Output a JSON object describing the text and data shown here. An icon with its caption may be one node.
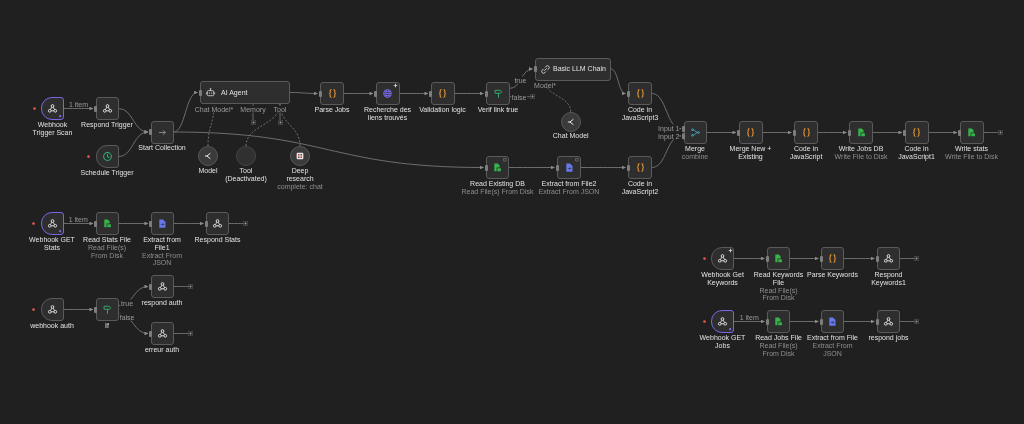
{
  "diagram": {
    "nodes": [
      {
        "text": [
          "Webhook Trigger Scan"
        ]
      },
      {
        "text": [
          "Respond Trigger"
        ]
      },
      {
        "text": [
          "Schedule Trigger"
        ]
      },
      {
        "text": [
          "Start Collection"
        ]
      },
      {
        "text": [
          "AI Agent"
        ]
      },
      {
        "text": [
          "Model"
        ]
      },
      {
        "text": [
          "Tool (Deactivated)"
        ]
      },
      {
        "text": [
          "Deep research",
          "complete: chat"
        ]
      },
      {
        "text": [
          "Parse Jobs"
        ]
      },
      {
        "text": [
          "Recherche des liens trouvés"
        ]
      },
      {
        "text": [
          "Validation logic"
        ]
      },
      {
        "text": [
          "Verif link true"
        ]
      },
      {
        "text": [
          "Basic LLM Chain"
        ]
      },
      {
        "text": [
          "Chat Model"
        ]
      },
      {
        "text": [
          "Code in JavaScript3"
        ]
      },
      {
        "text": [
          "Read Existing DB",
          "Read File(s) From Disk"
        ]
      },
      {
        "text": [
          "Extract from File2",
          "Extract From JSON"
        ]
      },
      {
        "text": [
          "Code in JavaScript2"
        ]
      },
      {
        "text": [
          "Merge",
          "combine"
        ]
      },
      {
        "text": [
          "Merge New + Existing"
        ]
      },
      {
        "text": [
          "Code in JavaScript"
        ]
      },
      {
        "text": [
          "Write Jobs DB",
          "Write File to Disk"
        ]
      },
      {
        "text": [
          "Code in JavaScript1"
        ]
      },
      {
        "text": [
          "Write stats",
          "Write File to Disk"
        ]
      },
      {
        "text": [
          "Webhook GET Stats"
        ]
      },
      {
        "text": [
          "Read Stats File",
          "Read File(s) From Disk"
        ]
      },
      {
        "text": [
          "Extract from File1",
          "Extract From JSON"
        ]
      },
      {
        "text": [
          "Respond Stats"
        ]
      },
      {
        "text": [
          "webhook auth"
        ]
      },
      {
        "text": [
          "If"
        ]
      },
      {
        "text": [
          "respond auth"
        ]
      },
      {
        "text": [
          "erreur auth"
        ]
      },
      {
        "text": [
          "Webhook Get Keywords"
        ]
      },
      {
        "text": [
          "Read Keywords File",
          "Read File(s) From Disk"
        ]
      },
      {
        "text": [
          "Parse Keywords"
        ]
      },
      {
        "text": [
          "Respond Keywords1"
        ]
      },
      {
        "text": [
          "Webhook GET Jobs"
        ]
      },
      {
        "text": [
          "Read Jobs File",
          "Read File(s) From Disk"
        ]
      },
      {
        "text": [
          "Extract from File",
          "Extract From JSON"
        ]
      },
      {
        "text": [
          "respond jobs"
        ]
      },
      {
        "text": [],
        "shape": "box"
      },
      {
        "text": [],
        "shape": "box"
      },
      {
        "text": [],
        "shape": "box"
      },
      {
        "text": [],
        "shape": "box"
      },
      {
        "text": [],
        "shape": "box"
      },
      {
        "text": [],
        "shape": "box"
      },
      {
        "text": [],
        "shape": "box"
      },
      {
        "text": [],
        "shape": "box"
      },
      {
        "text": [],
        "shape": "box"
      }
    ],
    "edges": [
      {
        "from": 0,
        "to": 1,
        "arrow": "to",
        "label": "1 item"
      },
      {
        "from": 1,
        "to": 3,
        "arrow": "to"
      },
      {
        "from": 2,
        "to": 3,
        "arrow": "to"
      },
      {
        "from": 3,
        "to": 4,
        "arrow": "to"
      },
      {
        "from": 3,
        "to": 15,
        "arrow": "to"
      },
      {
        "from": 5,
        "to": 4,
        "arrow": "none",
        "style": "dashed"
      },
      {
        "from": 6,
        "to": 4,
        "arrow": "none",
        "style": "dashed"
      },
      {
        "from": 7,
        "to": 4,
        "arrow": "none",
        "style": "dashed"
      },
      {
        "from": 4,
        "to": 40,
        "arrow": "none"
      },
      {
        "from": 4,
        "to": 41,
        "arrow": "none"
      },
      {
        "from": 4,
        "to": 8,
        "arrow": "to"
      },
      {
        "from": 8,
        "to": 9,
        "arrow": "to"
      },
      {
        "from": 9,
        "to": 10,
        "arrow": "to"
      },
      {
        "from": 10,
        "to": 11,
        "arrow": "to"
      },
      {
        "from": 11,
        "to": 12,
        "arrow": "to",
        "label": "true"
      },
      {
        "from": 11,
        "to": 42,
        "arrow": "none",
        "label": "false"
      },
      {
        "from": 13,
        "to": 12,
        "arrow": "none",
        "style": "dashed"
      },
      {
        "from": 12,
        "to": 14,
        "arrow": "to"
      },
      {
        "from": 14,
        "to": 18,
        "arrow": "to"
      },
      {
        "from": 15,
        "to": 16,
        "arrow": "to"
      },
      {
        "from": 16,
        "to": 17,
        "arrow": "to"
      },
      {
        "from": 17,
        "to": 18,
        "arrow": "to"
      },
      {
        "from": 18,
        "to": 19,
        "arrow": "to"
      },
      {
        "from": 19,
        "to": 20,
        "arrow": "to"
      },
      {
        "from": 20,
        "to": 21,
        "arrow": "to"
      },
      {
        "from": 21,
        "to": 22,
        "arrow": "to"
      },
      {
        "from": 22,
        "to": 23,
        "arrow": "to"
      },
      {
        "from": 23,
        "to": 43,
        "arrow": "none"
      },
      {
        "from": 24,
        "to": 25,
        "arrow": "to",
        "label": "1 item"
      },
      {
        "from": 25,
        "to": 26,
        "arrow": "to"
      },
      {
        "from": 26,
        "to": 27,
        "arrow": "to"
      },
      {
        "from": 27,
        "to": 44,
        "arrow": "none"
      },
      {
        "from": 28,
        "to": 29,
        "arrow": "to"
      },
      {
        "from": 29,
        "to": 30,
        "arrow": "to",
        "label": "true"
      },
      {
        "from": 29,
        "to": 31,
        "arrow": "to",
        "label": "false"
      },
      {
        "from": 30,
        "to": 45,
        "arrow": "none"
      },
      {
        "from": 31,
        "to": 46,
        "arrow": "none"
      },
      {
        "from": 32,
        "to": 33,
        "arrow": "to"
      },
      {
        "from": 33,
        "to": 34,
        "arrow": "to"
      },
      {
        "from": 34,
        "to": 35,
        "arrow": "to"
      },
      {
        "from": 35,
        "to": 47,
        "arrow": "none"
      },
      {
        "from": 36,
        "to": 37,
        "arrow": "to",
        "label": "1 item"
      },
      {
        "from": 37,
        "to": 38,
        "arrow": "to"
      },
      {
        "from": 38,
        "to": 39,
        "arrow": "to"
      },
      {
        "from": 39,
        "to": 48,
        "arrow": "none"
      }
    ],
    "labels": [
      "Chat Model*",
      "Memory",
      "Tool",
      "Model*",
      "Input 1",
      "Input 2"
    ]
  }
}
